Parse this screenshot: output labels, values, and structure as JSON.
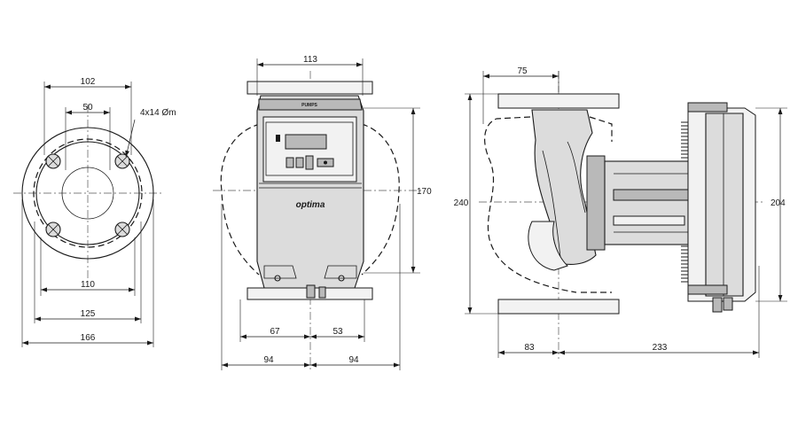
{
  "views": {
    "flange": {
      "dims": {
        "d102": "102",
        "d50": "50",
        "holes": "4x14 Øm",
        "d110": "110",
        "d125": "125",
        "d166": "166"
      }
    },
    "front": {
      "dims": {
        "d113": "113",
        "d170": "170",
        "d67": "67",
        "d53": "53",
        "d94_left": "94",
        "d94_right": "94"
      },
      "brand_label": "optima",
      "maker_label": "PUMPS"
    },
    "side": {
      "dims": {
        "d75": "75",
        "d240": "240",
        "d204": "204",
        "d83": "83",
        "d233": "233"
      }
    }
  }
}
